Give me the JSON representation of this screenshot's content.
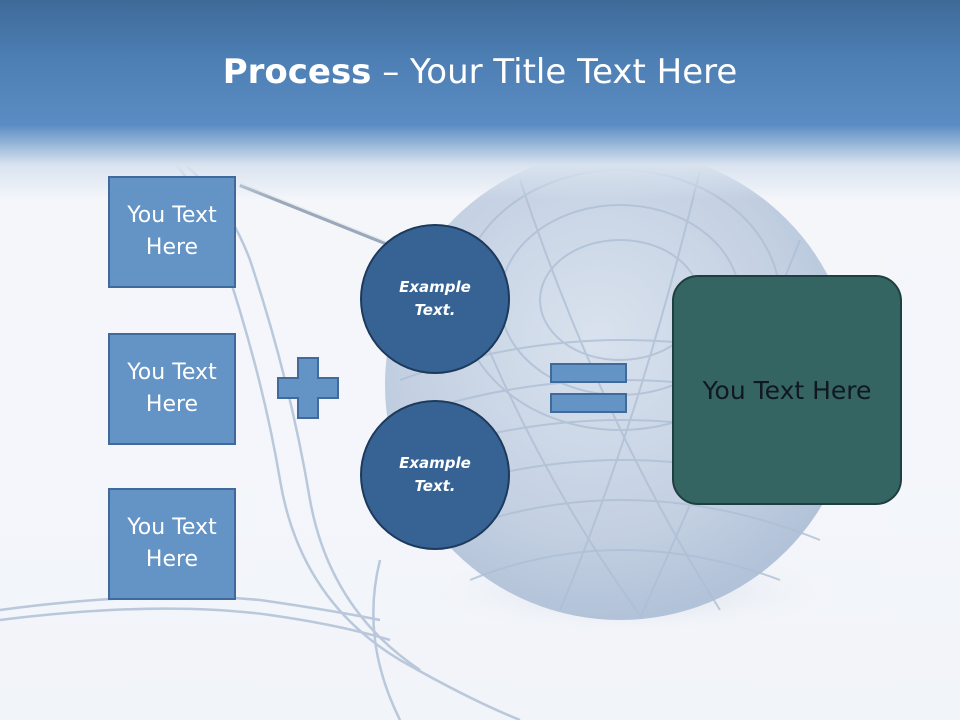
{
  "slide": {
    "title_bold": "Process",
    "title_rest": " – Your Title Text Here"
  },
  "inputs": [
    {
      "label": "You Text Here"
    },
    {
      "label": "You Text Here"
    },
    {
      "label": "You Text Here"
    }
  ],
  "circles": [
    {
      "label": "Example Text."
    },
    {
      "label": "Example Text."
    }
  ],
  "result": {
    "label": "You Text Here"
  },
  "colors": {
    "header": "#4d7fb4",
    "box_fill": "#6493c5",
    "circle_fill": "#366394",
    "result_fill": "#356563"
  }
}
